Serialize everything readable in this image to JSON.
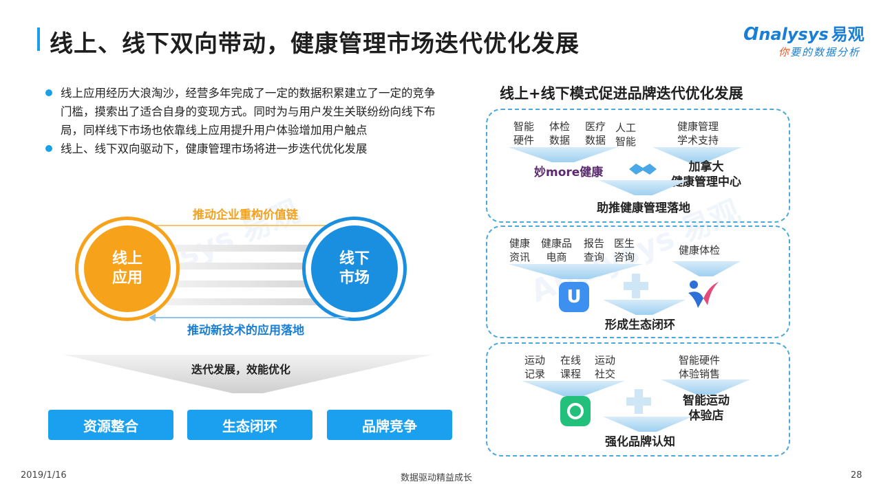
{
  "header": {
    "title": "线上、线下双向带动，健康管理市场迭代优化发展",
    "logo_main": "nalysys",
    "logo_cn": "易观",
    "logo_sub_first": "你",
    "logo_sub_rest": "要的数据分析"
  },
  "bullets": [
    "线上应用经历大浪淘沙，经营多年完成了一定的数据积累建立了一定的竞争门槛，摸索出了适合自身的变现方式。同时为与用户发生关联纷纷向线下布局，同样线下市场也依靠线上应用提升用户体验增加用户触点",
    "线上、线下双向驱动下，健康管理市场将进一步迭代优化发展"
  ],
  "diagram": {
    "top_arrow": "推动企业重构价值链",
    "bottom_arrow": "推动新技术的应用落地",
    "left_circle": [
      "线上",
      "应用"
    ],
    "right_circle": [
      "线下",
      "市场"
    ],
    "funnel_label": "迭代发展，效能优化",
    "buttons": [
      "资源整合",
      "生态闭环",
      "品牌竞争"
    ],
    "colors": {
      "orange": "#f7a21b",
      "blue": "#1a8fe0"
    }
  },
  "right": {
    "title": "线上+线下模式促进品牌迭代优化发展",
    "panel1": {
      "tags": [
        [
          "智能",
          "硬件"
        ],
        [
          "体检",
          "数据"
        ],
        [
          "医疗",
          "数据"
        ],
        [
          "人工",
          "智能"
        ]
      ],
      "tag_right": [
        "健康管理",
        "学术支持"
      ],
      "brand_logo": "妙more健康",
      "partner": [
        "加拿大",
        "健康管理中心"
      ],
      "result": "助推健康管理落地"
    },
    "panel2": {
      "tags": [
        [
          "健康",
          "资讯"
        ],
        [
          "健康品",
          "电商"
        ],
        [
          "报告",
          "查询"
        ],
        [
          "医生",
          "咨询"
        ]
      ],
      "tag_right": "健康体检",
      "result": "形成生态闭环"
    },
    "panel3": {
      "tags": [
        [
          "运动",
          "记录"
        ],
        [
          "在线",
          "课程"
        ],
        [
          "运动",
          "社交"
        ]
      ],
      "tag_right": [
        "智能硬件",
        "体验销售"
      ],
      "partner": [
        "智能运动",
        "体验店"
      ],
      "result": "强化品牌认知"
    }
  },
  "footer": {
    "date": "2019/1/16",
    "slogan": "数据驱动精益成长",
    "page": "28"
  }
}
